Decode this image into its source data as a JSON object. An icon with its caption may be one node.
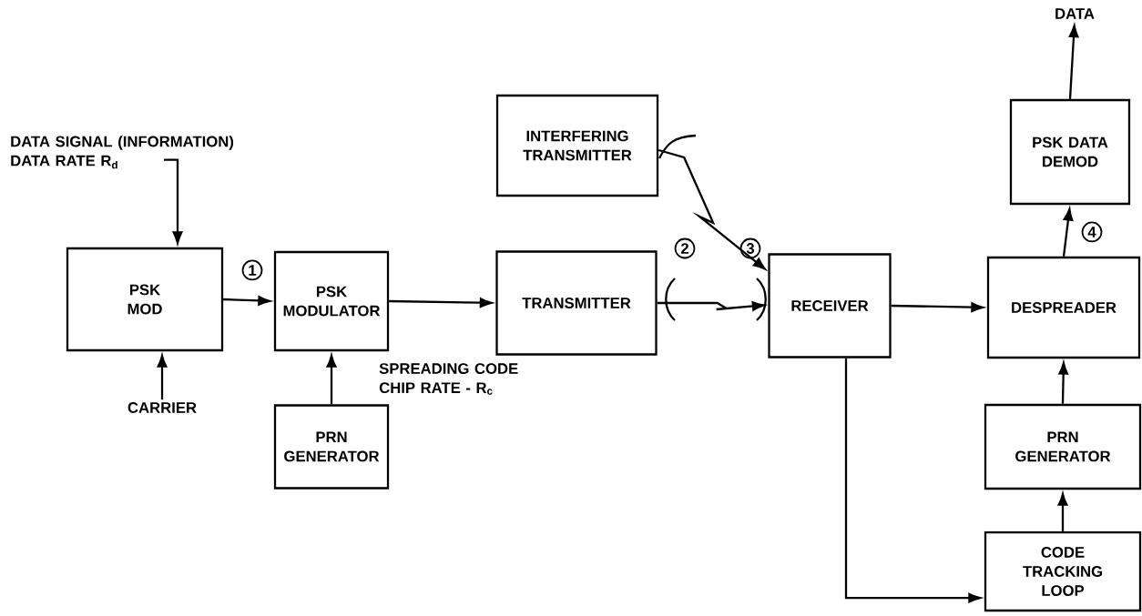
{
  "diagram": {
    "nodes": [
      {
        "text": [
          "DATA SIGNAL (INFORMATION) DATA RATE R$_{d}$"
        ]
      },
      {
        "text": [
          "PSK MOD"
        ]
      },
      {
        "text": [
          "CARRIER"
        ]
      },
      {
        "text": [
          "PSK MODULATOR"
        ]
      },
      {
        "text": [
          "PRN GENERATOR"
        ]
      },
      {
        "text": [
          "INTERFERING TRANSMITTER"
        ]
      },
      {
        "text": [
          "TRANSMITTER"
        ]
      },
      {
        "text": [
          "RECEIVER"
        ]
      },
      {
        "text": [
          "DESPREADER"
        ]
      },
      {
        "text": [
          "PSK DATA DEMOD"
        ]
      },
      {
        "text": [
          "DATA"
        ]
      },
      {
        "text": [
          "PRN GENERATOR"
        ]
      },
      {
        "text": [
          "CODE TRACKING LOOP"
        ]
      }
    ],
    "edges": [
      {
        "from": 0,
        "to": 1,
        "arrow": "to"
      },
      {
        "from": 2,
        "to": 1,
        "arrow": "to"
      },
      {
        "from": 1,
        "to": 3,
        "arrow": "to"
      },
      {
        "from": 4,
        "to": 3,
        "arrow": "to",
        "label": "SPREADING CODE CHIP RATE - R$_{c}$"
      },
      {
        "from": 3,
        "to": 6,
        "arrow": "to"
      },
      {
        "from": 5,
        "to": 7,
        "arrow": "to"
      },
      {
        "from": 6,
        "to": 7,
        "arrow": "to"
      },
      {
        "from": 7,
        "to": 8,
        "arrow": "to"
      },
      {
        "from": 8,
        "to": 9,
        "arrow": "to"
      },
      {
        "from": 9,
        "to": 10,
        "arrow": "to"
      },
      {
        "from": 11,
        "to": 8,
        "arrow": "to"
      },
      {
        "from": 12,
        "to": 11,
        "arrow": "to"
      },
      {
        "from": 7,
        "to": 12,
        "arrow": "to"
      }
    ],
    "labels": [
      "1",
      "2",
      "3",
      "4"
    ]
  }
}
